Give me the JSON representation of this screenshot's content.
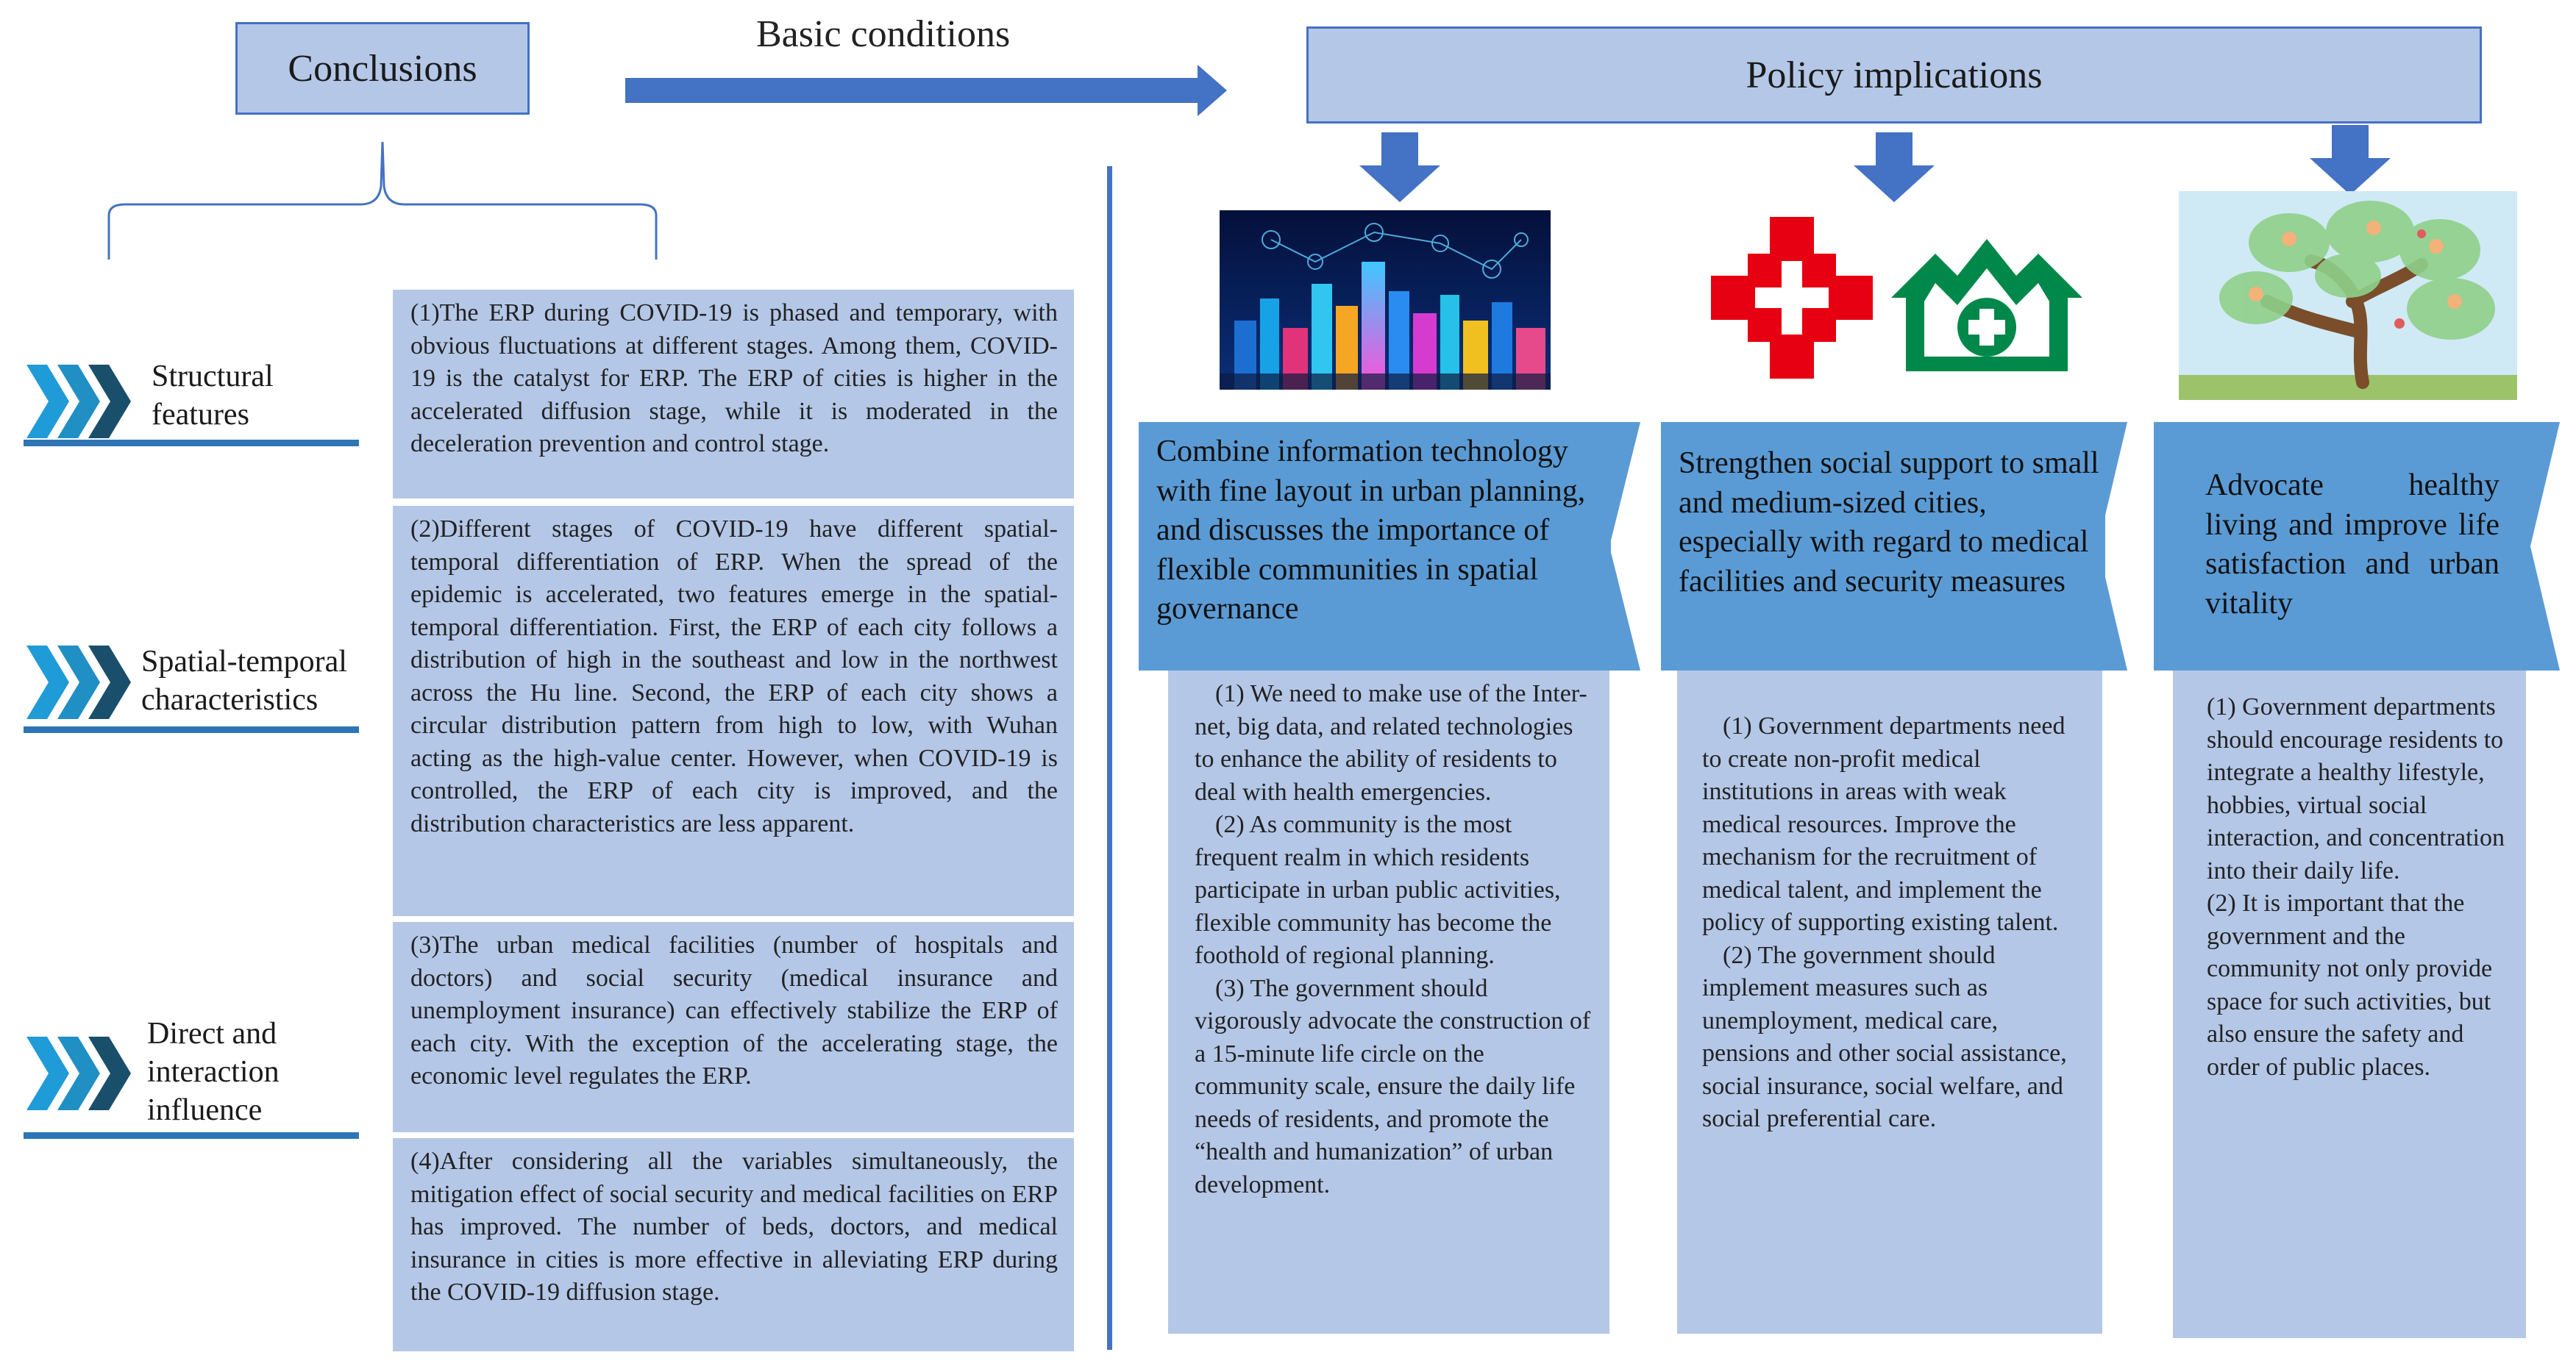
{
  "header": {
    "conclusions": "Conclusions",
    "basic_conditions": "Basic conditions",
    "policy_implications": "Policy implications"
  },
  "colors": {
    "box_fill": "#b4c7e7",
    "box_border": "#4472c4",
    "heading_fill": "#5b9bd5",
    "chevron": "#1f9bd7",
    "chevron_dark": "#1a4f6b"
  },
  "categories": [
    {
      "label": "Structural features"
    },
    {
      "label": "Spatial-temporal characteristics"
    },
    {
      "label": "Direct and interaction influence"
    }
  ],
  "conclusions": [
    "(1)The ERP during COVID-19 is phased and temporary, with obvious fluctuations at different stages. Among them, COVID-19 is the catalyst for ERP. The ERP of cities is higher in the accelerated diffusion stage, while it is moderated in the deceleration prevention and control stage.",
    "(2)Different stages of COVID-19 have different spatial-temporal differentiation of ERP. When the spread of the epidemic is accelerated, two features emerge in the spatial-temporal differentiation. First, the ERP of each city follows a distribution of high in the southeast and low in the northwest across the Hu line. Second, the ERP of each city shows a circular distribution pattern from high to low, with Wuhan acting as the high-value center. However, when COVID-19 is controlled, the ERP of each city is improved, and the distribution characteristics are less apparent.",
    "(3)The urban medical facilities (number of hospitals and doctors) and social security (medical insurance and unemployment insurance) can effectively stabilize the ERP of each city. With the exception of the accelerating stage, the economic level regulates the ERP.",
    "(4)After considering all the variables simultaneously, the mitigation effect of social security and medical facilities on ERP has improved. The number of beds, doctors, and medical insurance in cities is more effective in alleviating ERP during the COVID-19 diffusion stage."
  ],
  "policies": [
    {
      "heading": "Combine information technology with fine layout in urban planning, and discusses the importance of flexible communities in spatial governance",
      "image": "smart-city-image",
      "body": [
        "(1)  We need to make use of the Inter-net, big data, and related technologies to enhance the ability of residents to deal with health emergencies.",
        "(2)  As community is the most frequent realm in which residents participate in urban public activities, flexible community has become the foothold of regional planning.",
        "(3)  The government should vigorously advocate the construction of a 15-minute life circle on the community scale, ensure the daily life needs of residents, and promote the “health and humanization” of urban development."
      ]
    },
    {
      "heading": "Strengthen social support to small and medium-sized cities, especially with regard to medical facilities and security measures",
      "image": "medical-cross-icons",
      "body": [
        "(1)  Government departments need to create non-profit medical institutions in areas with weak medical resources. Improve the mechanism for the recruitment of medical talent, and implement the policy of supporting existing talent.",
        "(2)  The government should implement measures such as unemployment, medical care, pensions and other social assistance, social insurance, social welfare, and social preferential care."
      ]
    },
    {
      "heading": "Advocate healthy living and improve life satisfaction and urban vitality",
      "image": "healthy-life-tree-image",
      "body": [
        "(1) Government departments should encourage residents to integrate a healthy lifestyle, hobbies, virtual social interaction, and concentration into their daily life.",
        "(2) It is important that the government and the community not only provide space for such activities, but also ensure the safety and order of public places."
      ]
    }
  ]
}
